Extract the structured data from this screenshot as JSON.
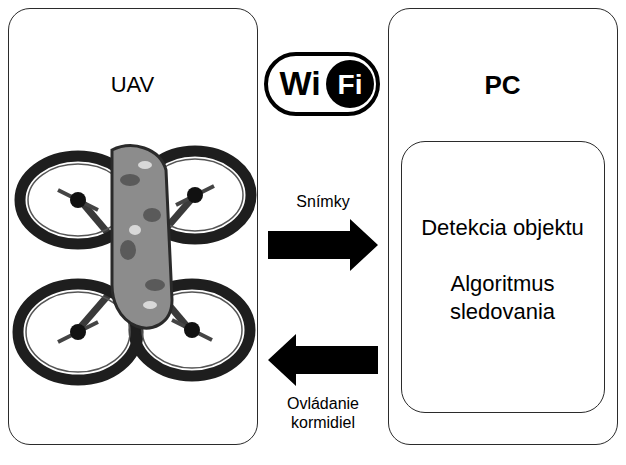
{
  "diagram": {
    "nodes": [
      {
        "text": [
          "UAV"
        ]
      },
      {
        "text": [
          "PC"
        ]
      },
      {
        "text": [
          "Detekcia objektu",
          "Algoritmus sledovania"
        ],
        "in": 1
      }
    ],
    "edges": [
      {
        "from": 0,
        "to": 1,
        "arrow": "to",
        "label": "Snímky"
      },
      {
        "from": 1,
        "to": 0,
        "arrow": "to",
        "label": "Ovládanie kormidiel"
      }
    ],
    "labels": [
      "Wi",
      "Fi"
    ]
  }
}
